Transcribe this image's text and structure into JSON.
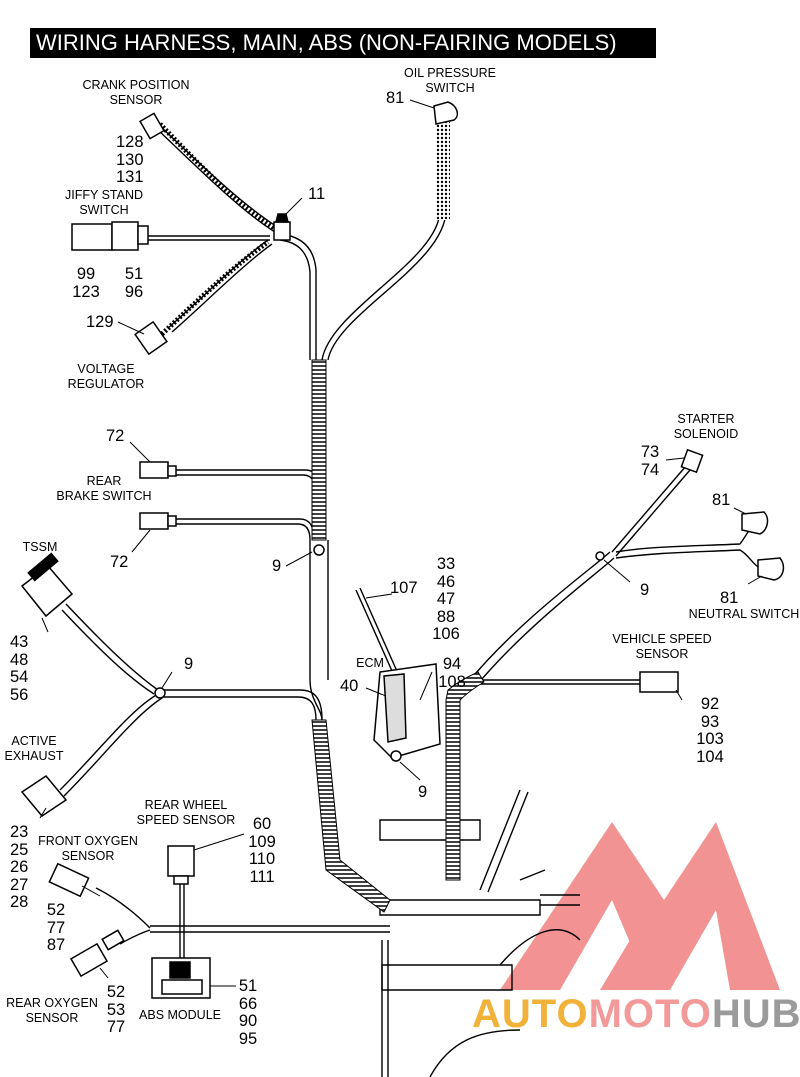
{
  "title": "WIRING HARNESS, MAIN, ABS (NON-FAIRING MODELS)",
  "labels": {
    "crank": [
      "CRANK POSITION",
      "SENSOR"
    ],
    "oil": [
      "OIL PRESSURE",
      "SWITCH"
    ],
    "jiffy": [
      "JIFFY STAND",
      "SWITCH"
    ],
    "voltage": [
      "VOLTAGE",
      "REGULATOR"
    ],
    "rearbrake": [
      "REAR",
      "BRAKE SWITCH"
    ],
    "starter": [
      "STARTER",
      "SOLENOID"
    ],
    "neutral": "NEUTRAL SWITCH",
    "tssm": "TSSM",
    "vss": [
      "VEHICLE SPEED",
      "SENSOR"
    ],
    "ecm": "ECM",
    "active": [
      "ACTIVE",
      "EXHAUST"
    ],
    "rws": [
      "REAR WHEEL",
      "SPEED SENSOR"
    ],
    "fox": [
      "FRONT OXYGEN",
      "SENSOR"
    ],
    "rox": [
      "REAR OXYGEN",
      "SENSOR"
    ],
    "abs": "ABS MODULE"
  },
  "callouts": {
    "crank": [
      "128",
      "130",
      "131"
    ],
    "oil": "81",
    "clip_top": "11",
    "jiffy_left": [
      "99",
      "123"
    ],
    "jiffy_right": [
      "51",
      "96"
    ],
    "voltage": "129",
    "rearbrake_top": "72",
    "rearbrake_bottom": "72",
    "clip_mid": "9",
    "starter": [
      "73",
      "74"
    ],
    "neutral_top": "81",
    "neutral_bottom": "81",
    "clip_right": "9",
    "tssm": [
      "43",
      "48",
      "54",
      "56"
    ],
    "ecm_stack": [
      "33",
      "46",
      "47",
      "88",
      "106"
    ],
    "ecm_ref": "107",
    "ecm_num": "40",
    "ecm_side": [
      "94",
      "108"
    ],
    "clip_left": "9",
    "vss": [
      "92",
      "93",
      "103",
      "104"
    ],
    "clip_ecm": "9",
    "active": [
      "23",
      "25",
      "26",
      "27",
      "28"
    ],
    "rws": [
      "60",
      "109",
      "110",
      "111"
    ],
    "fox": [
      "52",
      "77",
      "87"
    ],
    "rox": [
      "52",
      "53",
      "77"
    ],
    "abs": [
      "51",
      "66",
      "90",
      "95"
    ]
  },
  "watermark": {
    "part1": "AUTO",
    "part2": "MOTO",
    "part3": "HUB",
    "color1": "#f2b23a",
    "color2": "#f29a9a",
    "color3": "#9a9a9a",
    "logo_color": "#f08080"
  }
}
